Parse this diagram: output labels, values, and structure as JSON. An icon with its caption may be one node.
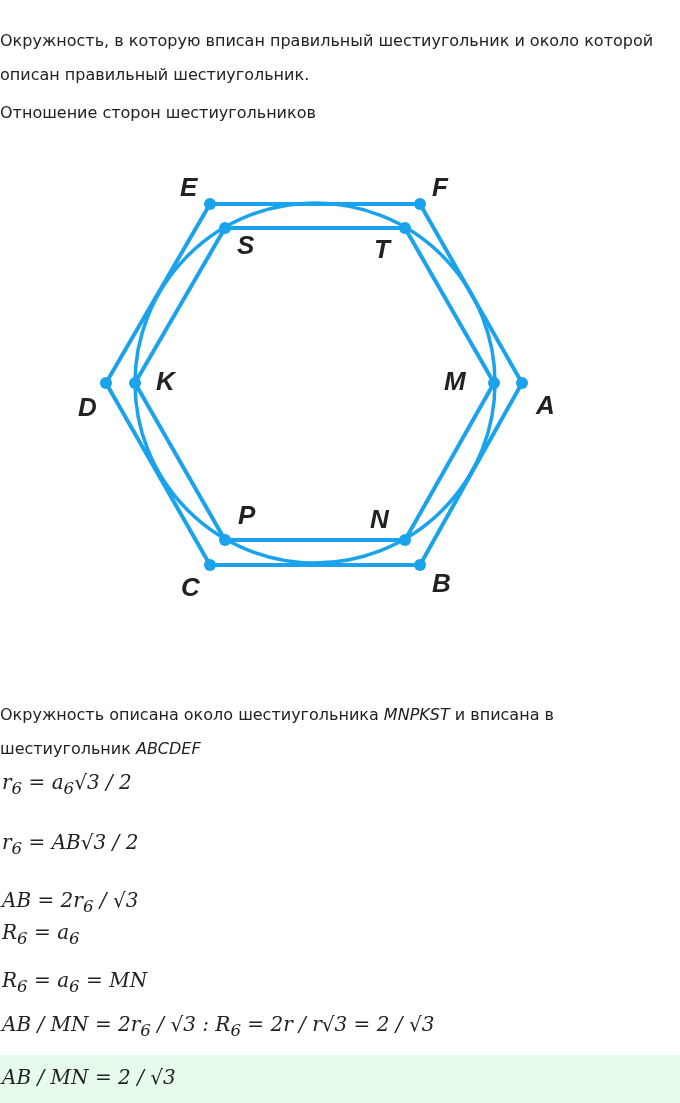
{
  "diagram": {
    "labels": [
      "Окружность, в которую вписан правильный шестиугольник и около которой описан правильный шестиугольник.",
      "Отношение сторон шестиугольников",
      "E",
      "F",
      "S",
      "T",
      "K",
      "M",
      "D",
      "A",
      "P",
      "N",
      "C",
      "B",
      "Окружность описана около шестиугольника *MNPKST* и вписана в шестиугольник *ABCDEF*",
      "r$_{6}$ = a$_{6}$√3 / 2",
      "r$_{6}$ = AB√3 / 2",
      "AB = 2r$_{6}$ / √3",
      "R$_{6}$ = a$_{6}$",
      "R$_{6}$ = a$_{6}$ = MN",
      "AB / MN = 2r$_{6}$ / √3 : R$_{6}$ = 2r / r√3 = 2 / √3",
      "AB / MN = 2 / √3"
    ]
  }
}
